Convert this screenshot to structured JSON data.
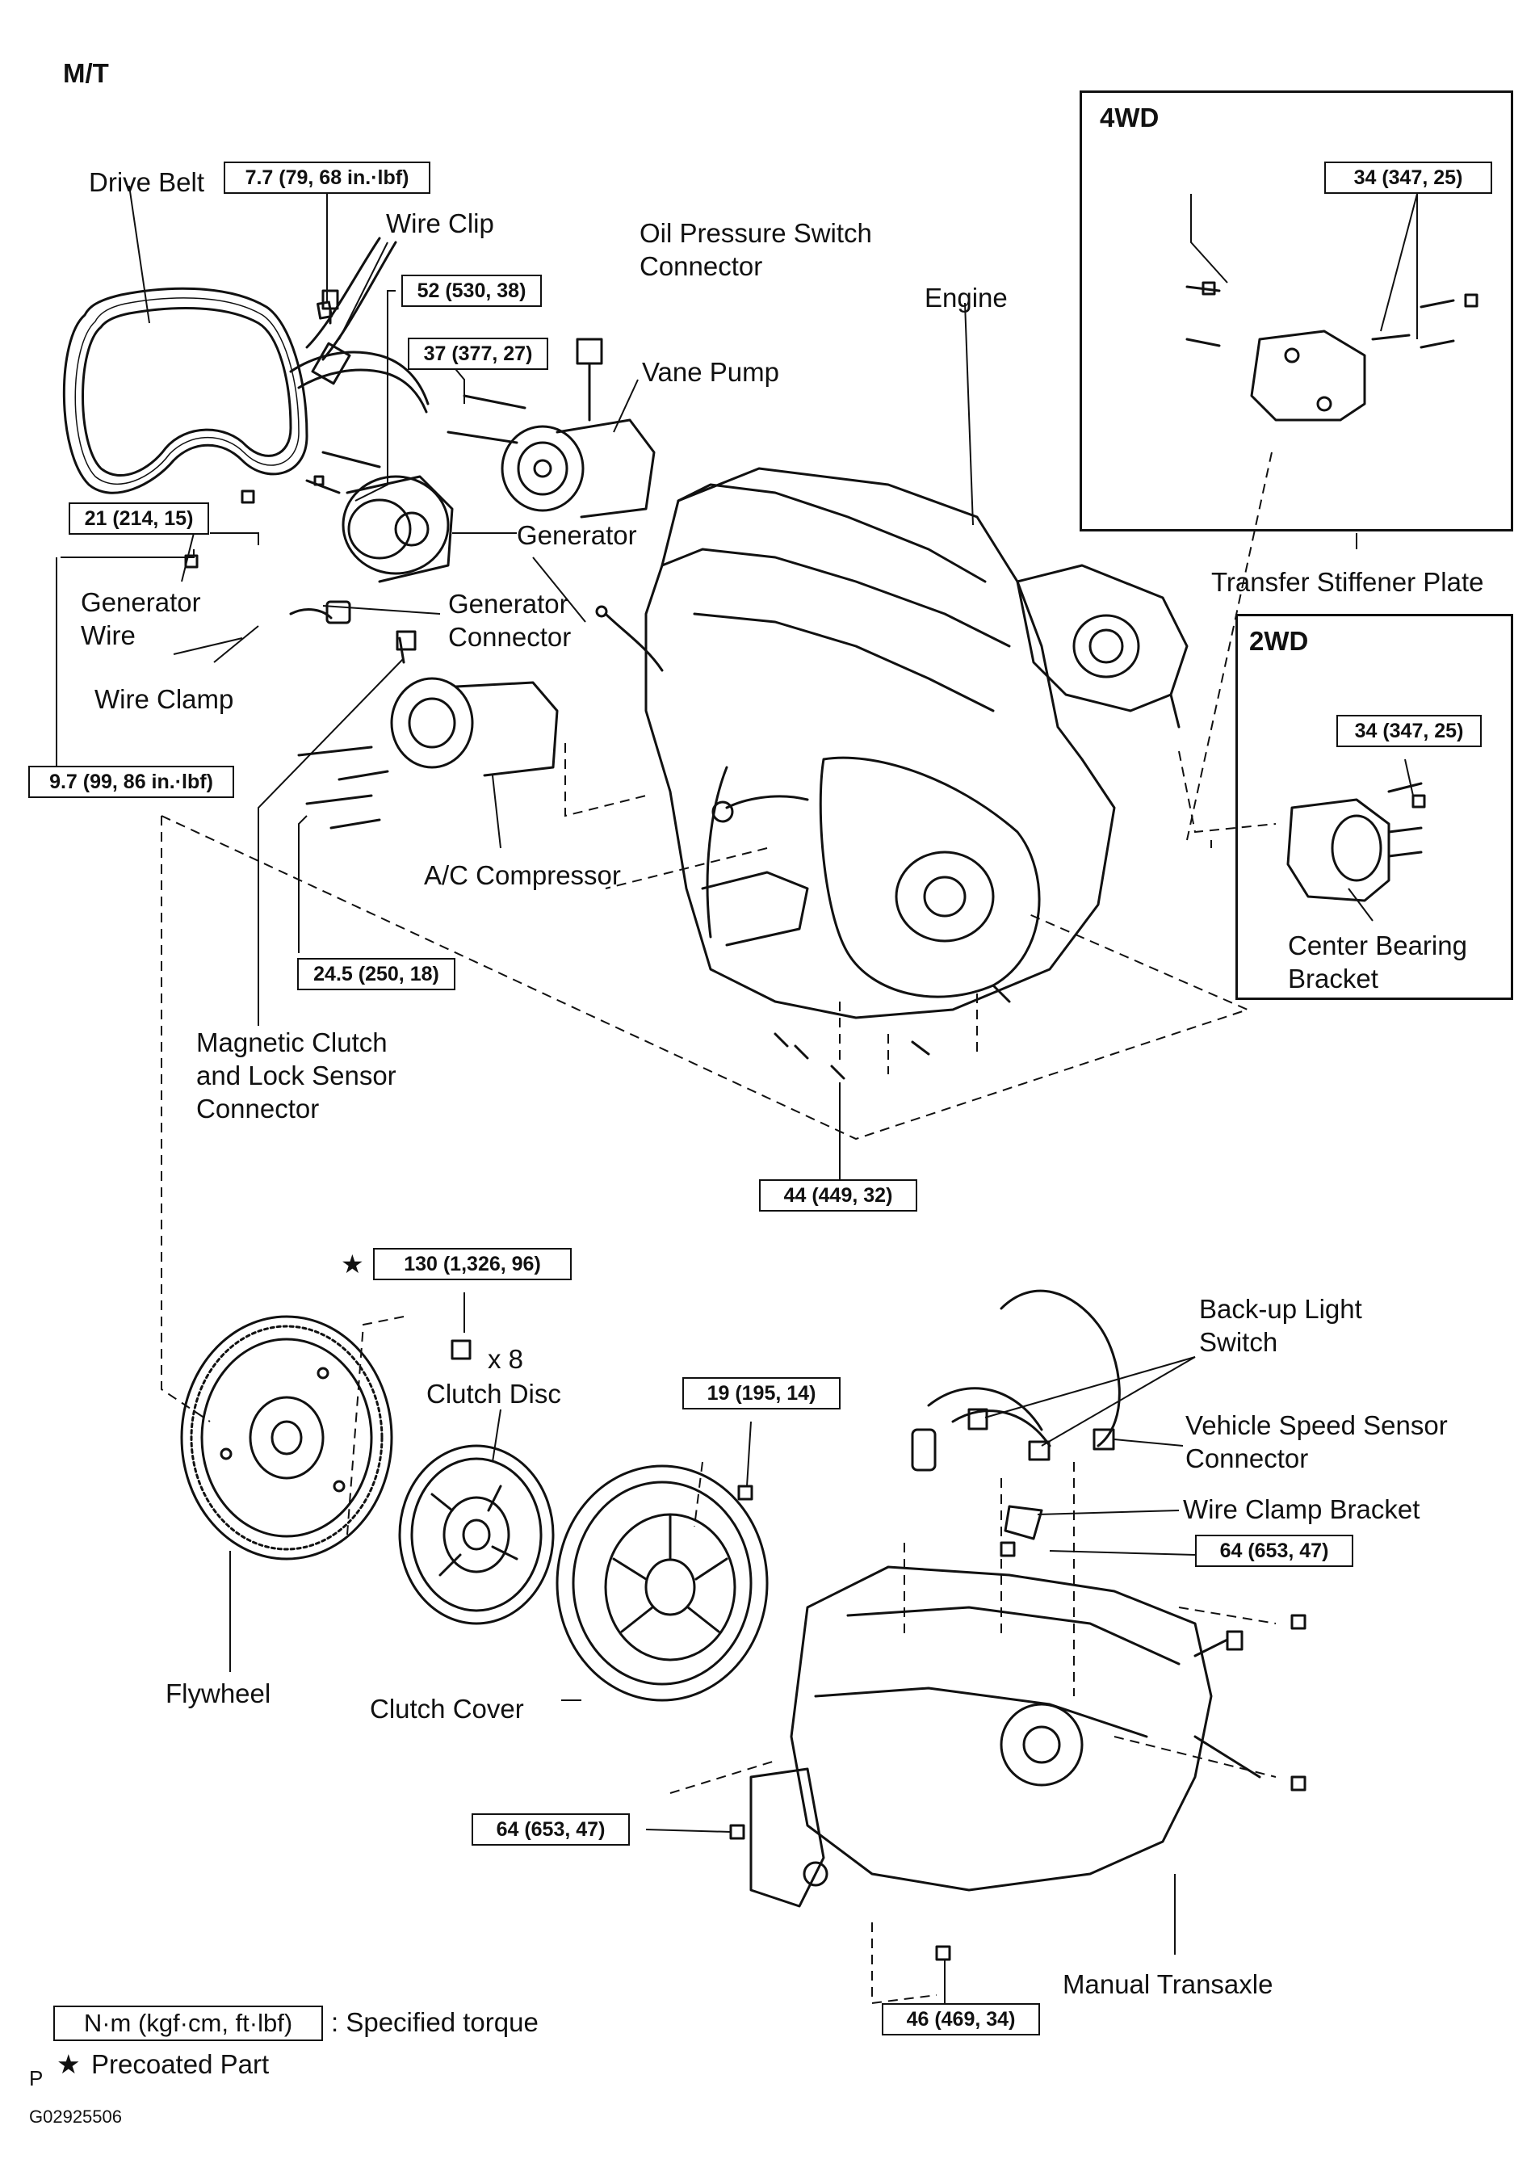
{
  "header": {
    "title": "M/T"
  },
  "panels": {
    "fourwd": "4WD",
    "twowd": "2WD"
  },
  "labels": {
    "drive_belt": "Drive Belt",
    "wire_clip": "Wire Clip",
    "oil_pressure_switch_connector": [
      "Oil Pressure Switch",
      "Connector"
    ],
    "engine": "Engine",
    "vane_pump": "Vane Pump",
    "generator": "Generator",
    "generator_wire": [
      "Generator",
      "Wire"
    ],
    "generator_connector": [
      "Generator",
      "Connector"
    ],
    "wire_clamp": "Wire Clamp",
    "ac_compressor": "A/C Compressor",
    "magnetic_clutch_connector": [
      "Magnetic  Clutch",
      "and Lock Sensor",
      "Connector"
    ],
    "transfer_stiffener_plate": "Transfer Stiffener Plate",
    "center_bearing_bracket": [
      "Center Bearing",
      "Bracket"
    ],
    "clutch_disc": "Clutch Disc",
    "x8": "x 8",
    "backup_light_switch": [
      "Back-up   Light",
      "Switch"
    ],
    "vehicle_speed_sensor_connector": [
      "Vehicle Speed Sensor",
      "Connector"
    ],
    "wire_clamp_bracket": "Wire Clamp Bracket",
    "flywheel": "Flywheel",
    "clutch_cover": "Clutch Cover",
    "manual_transaxle": "Manual Transaxle"
  },
  "torques": {
    "t_drive_belt": "7.7 (79, 68 in.·lbf)",
    "t_52": "52 (530, 38)",
    "t_37": "37 (377, 27)",
    "t_21": "21 (214, 15)",
    "t_97": "9.7 (99, 86 in.·lbf)",
    "t_245": "24.5 (250, 18)",
    "t_44": "44 (449, 32)",
    "t_4wd": "34 (347, 25)",
    "t_2wd": "34 (347, 25)",
    "t_130": "130 (1,326, 96)",
    "t_19": "19 (195, 14)",
    "t_64a": "64 (653, 47)",
    "t_64b": "64 (653, 47)",
    "t_46": "46 (469, 34)"
  },
  "legend": {
    "unit": "N·m (kgf·cm, ft·lbf)",
    "specified": ": Specified torque",
    "star": "★",
    "precoated": "Precoated Part",
    "p": "P"
  },
  "figure_id": "G02925506"
}
